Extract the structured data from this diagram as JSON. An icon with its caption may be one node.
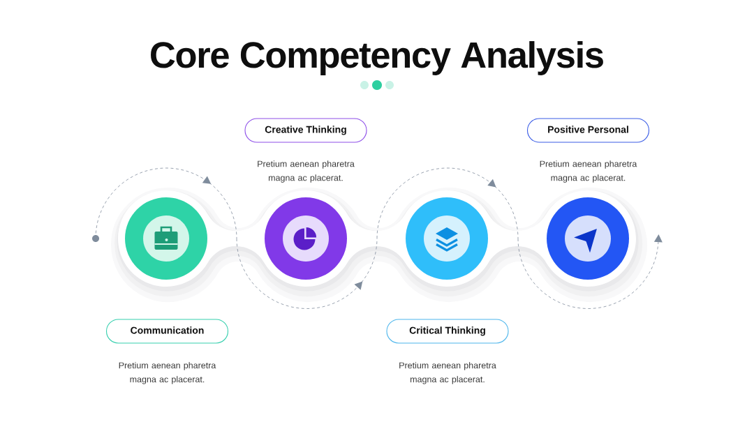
{
  "diagram": {
    "title": "Core Competency Analysis",
    "nodes": [
      {
        "text": [
          "Communication"
        ]
      },
      {
        "text": [
          "Creative Thinking"
        ]
      },
      {
        "text": [
          "Critical Thinking"
        ]
      },
      {
        "text": [
          "Positive Personal"
        ]
      },
      {
        "text": [],
        "shape": "circle"
      },
      {
        "text": [],
        "shape": "circle"
      },
      {
        "text": [],
        "shape": "circle"
      },
      {
        "text": [],
        "shape": "circle"
      }
    ],
    "labels": [
      "Pretium aenean pharetra magna ac placerat.",
      "Pretium aenean pharetra magna ac placerat.",
      "Pretium aenean pharetra magna ac placerat.",
      "Pretium aenean pharetra magna ac placerat."
    ]
  }
}
